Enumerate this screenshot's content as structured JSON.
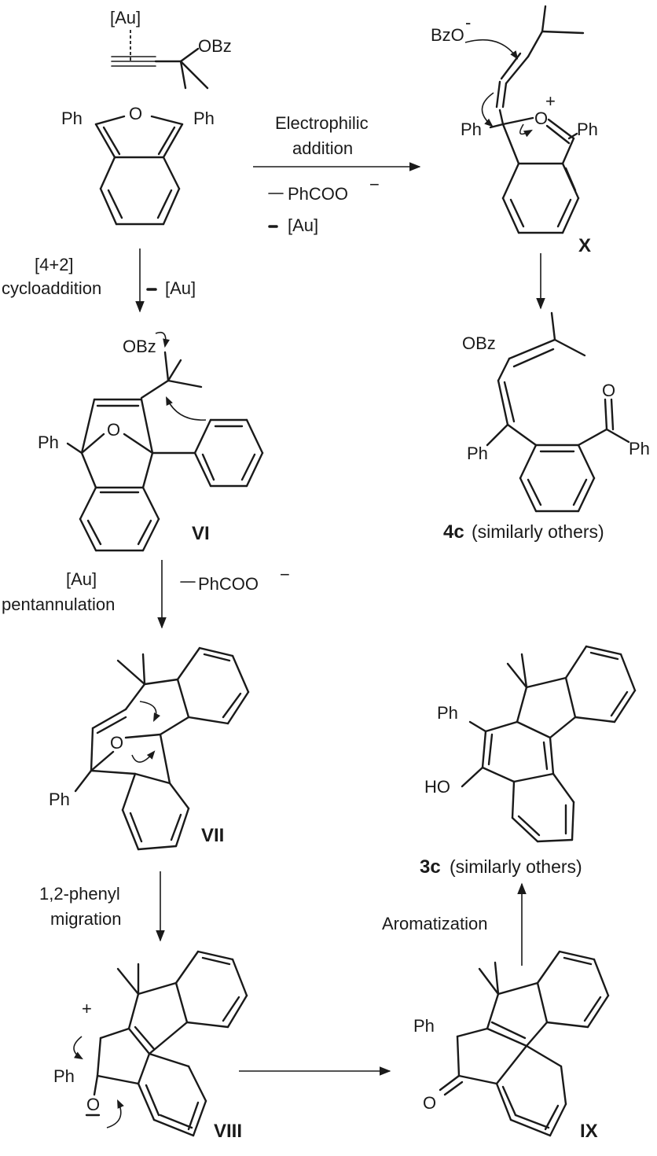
{
  "diagram": {
    "arrows": {
      "electrophilic": {
        "line1": "Electrophilic",
        "line2": "addition",
        "minus1": "PhCOO",
        "minus1_charge": "−",
        "minus2": "[Au]"
      },
      "cycloaddition": {
        "line1": "[4+2]",
        "line2": "cycloaddition",
        "minus": "[Au]"
      },
      "pentannulation": {
        "line1": "[Au]",
        "line2": "pentannulation",
        "minus": "PhCOO",
        "minus_charge": "−"
      },
      "phenyl_migration": {
        "line1": "1,2-phenyl",
        "line2": "migration"
      },
      "aromatization": {
        "label": "Aromatization"
      }
    },
    "compounds": {
      "start": {
        "catalyst": "[Au]",
        "ester": "OBz",
        "ph_left": "Ph",
        "ph_right": "Ph",
        "oxygen": "O"
      },
      "X": {
        "id": "X",
        "anion": "BzO",
        "anion_charge": "-",
        "ph_left": "Ph",
        "ph_right": "Ph",
        "oxygen": "O",
        "charge": "+"
      },
      "VI": {
        "id": "VI",
        "ester": "OBz",
        "ph": "Ph",
        "oxygen": "O"
      },
      "VII": {
        "id": "VII",
        "ph": "Ph",
        "oxygen": "O"
      },
      "VIII": {
        "id": "VIII",
        "ph": "Ph",
        "oxygen": "O",
        "charge": "+"
      },
      "IX": {
        "id": "IX",
        "ph": "Ph",
        "oxygen": "O"
      },
      "4c": {
        "id": "4c",
        "note": "(similarly others)",
        "ester": "OBz",
        "ph": "Ph",
        "ph_ketone": "Ph",
        "oxygen": "O"
      },
      "3c": {
        "id": "3c",
        "note": "(similarly others)",
        "ph": "Ph",
        "hydroxyl": "HO"
      }
    }
  }
}
